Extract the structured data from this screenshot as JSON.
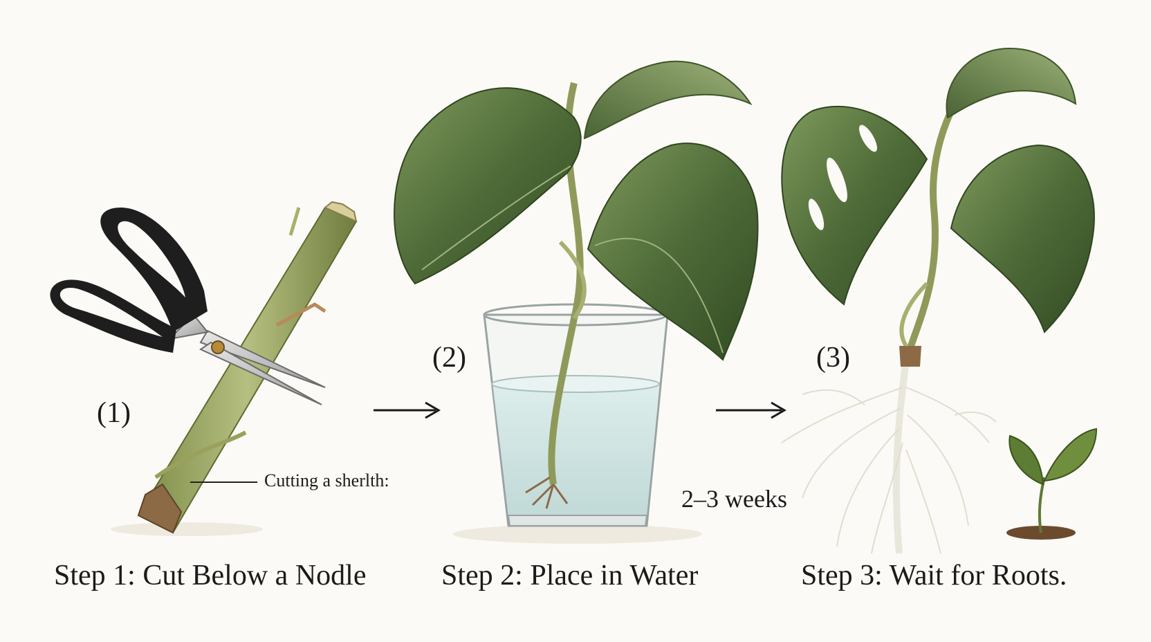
{
  "steps": [
    {
      "number": "(1)",
      "caption": "Step 1: Cut Below a Nodle"
    },
    {
      "number": "(2)",
      "caption": "Step 2: Place in Water"
    },
    {
      "number": "(3)",
      "caption": "Step 3: Wait for Roots."
    }
  ],
  "annotations": {
    "cutting_note": "Cutting a sherlth:",
    "duration": "2–3 weeks"
  },
  "icons": [
    "scissors-icon",
    "stem-cutting-icon",
    "arrow-right-icon",
    "water-glass-icon",
    "plant-cutting-icon",
    "rooted-plant-icon",
    "seedling-icon"
  ],
  "colors": {
    "background": "#fbfaf6",
    "leaf_dark": "#3f5a2c",
    "leaf_light": "#8aa064",
    "stem": "#8f9a5a",
    "water": "#cfe3e2",
    "roots": "#e9e6dc",
    "scissor_handle": "#1e1e1e"
  }
}
